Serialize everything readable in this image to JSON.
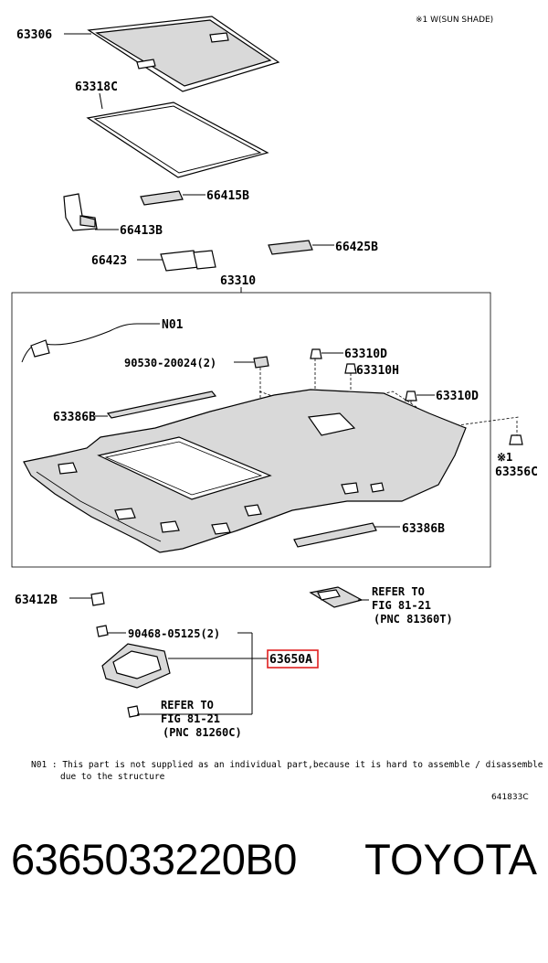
{
  "header_note": "※1 W(SUN SHADE)",
  "callouts": {
    "p63306": "63306",
    "p63318c": "63318C",
    "p66415b": "66415B",
    "p66413b": "66413B",
    "p66423": "66423",
    "p66425b": "66425B",
    "p63310": "63310",
    "n01": "N01",
    "p90530": "90530-20024(2)",
    "p63310d_a": "63310D",
    "p63310h": "63310H",
    "p63310d_b": "63310D",
    "p63386b_a": "63386B",
    "mark1": "※1",
    "p63356c": "63356C",
    "p63386b_b": "63386B",
    "p63412b": "63412B",
    "p90468": "90468-05125(2)",
    "p63650a": "63650A",
    "refer1_l1": "REFER TO",
    "refer1_l2": "FIG 81-21",
    "refer1_l3": "(PNC 81360T)",
    "refer2_l1": "REFER TO",
    "refer2_l2": "FIG 81-21",
    "refer2_l3": "(PNC 81260C)"
  },
  "highlight_color": "#e02020",
  "footnote_l1": "N01 : This part is not supplied as an individual part,because it is hard to assemble / disassemble",
  "footnote_l2": "due to the structure",
  "figure_code": "641833C",
  "footer": {
    "part_number": "6365033220B0",
    "brand": "TOYOTA"
  }
}
